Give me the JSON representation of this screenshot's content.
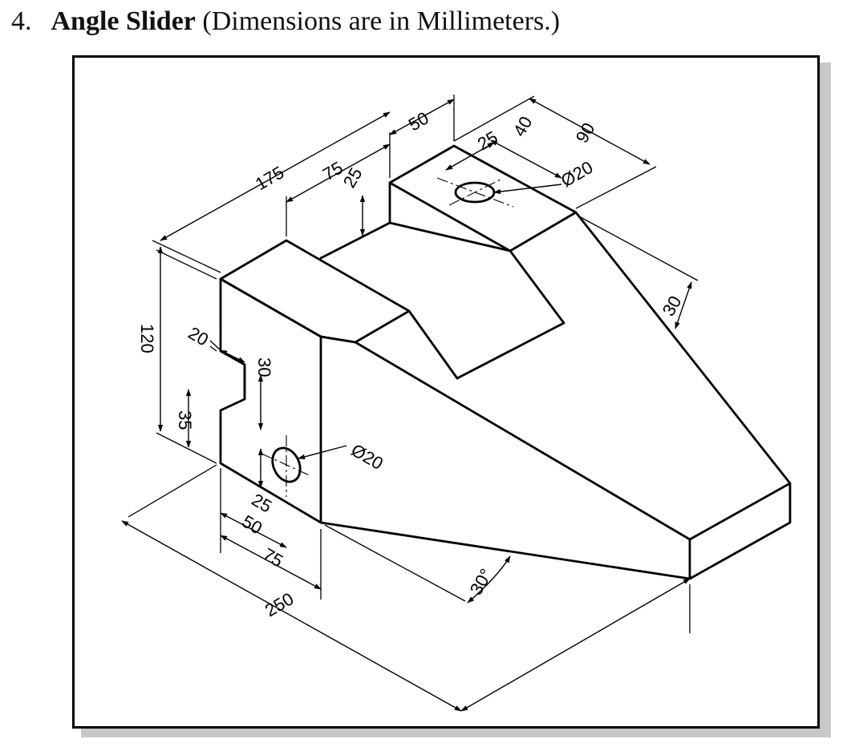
{
  "heading": {
    "number": "4.",
    "title": "Angle Slider",
    "note": "(Dimensions are in Millimeters.)"
  },
  "dimensions": {
    "d175": "175",
    "d75_top": "75",
    "d50_top": "50",
    "d25_step": "25",
    "d25_hole": "25",
    "d40": "40",
    "d90": "90",
    "dia_top": "Ø20",
    "d30_right": "30",
    "d120": "120",
    "d20_slot": "20",
    "d30_slot": "30",
    "d35": "35",
    "dia_front": "Ø20",
    "d25_front": "25",
    "d50_front": "50",
    "d75_front": "75",
    "d250": "250",
    "angle": "30°"
  }
}
